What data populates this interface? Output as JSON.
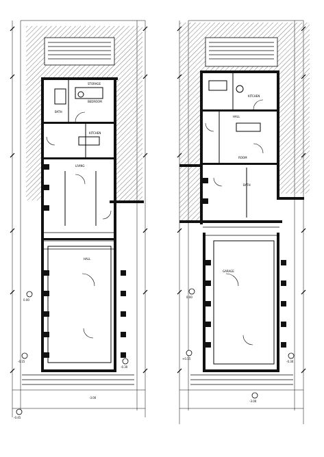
{
  "drawing": {
    "left_plan": {
      "rooms": {
        "storage": "STORAGE",
        "bedroom": "BEDROOM",
        "bath": "BATH",
        "kitchen": "KITCHEN",
        "living": "LIVING",
        "hall": "HALL"
      },
      "levels": {
        "a": "0.00",
        "b": "-0.15",
        "c": "-0.30",
        "d": "-0.45",
        "e": "-3.00"
      }
    },
    "right_plan": {
      "rooms": {
        "kitchen": "KITCHEN",
        "hall": "HALL",
        "room": "ROOM",
        "bath": "BATH",
        "garage": "GARAGE"
      },
      "levels": {
        "a": "0.00",
        "b": "+0.15",
        "c": "-0.30",
        "d": "-3.00"
      }
    }
  }
}
